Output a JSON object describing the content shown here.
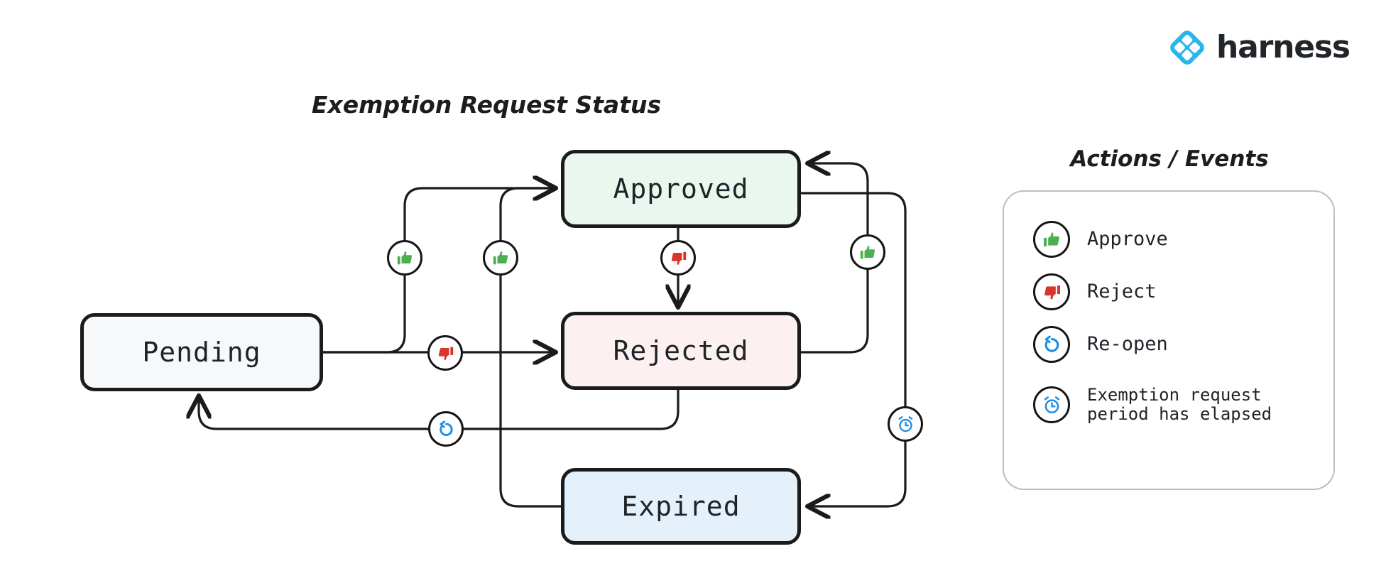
{
  "brand": {
    "name": "harness",
    "logo_icon": "harness-diamond-logo",
    "color": "#29B6E8"
  },
  "diagram": {
    "title": "Exemption Request Status",
    "type": "state-machine",
    "states": [
      {
        "id": "pending",
        "label": "Pending",
        "fill": "#F6F8FA",
        "border": "#1b1b1b"
      },
      {
        "id": "approved",
        "label": "Approved",
        "fill": "#E9F7EE",
        "border": "#1b1b1b"
      },
      {
        "id": "rejected",
        "label": "Rejected",
        "fill": "#FDF0F0",
        "border": "#1b1b1b"
      },
      {
        "id": "expired",
        "label": "Expired",
        "fill": "#E4F1FB",
        "border": "#1b1b1b"
      }
    ],
    "transitions": [
      {
        "from": "pending",
        "to": "approved",
        "action": "approve",
        "icon": "thumbs-up-icon"
      },
      {
        "from": "pending",
        "to": "rejected",
        "action": "reject",
        "icon": "thumbs-down-icon"
      },
      {
        "from": "approved",
        "to": "rejected",
        "action": "reject",
        "icon": "thumbs-down-icon"
      },
      {
        "from": "rejected",
        "to": "approved",
        "action": "approve",
        "icon": "thumbs-up-icon"
      },
      {
        "from": "rejected",
        "to": "pending",
        "action": "re-open",
        "icon": "reopen-icon"
      },
      {
        "from": "expired",
        "to": "approved",
        "action": "approve",
        "icon": "thumbs-up-icon"
      },
      {
        "from": "approved",
        "to": "expired",
        "action": "elapsed",
        "icon": "alarm-clock-icon"
      }
    ]
  },
  "legend": {
    "title": "Actions / Events",
    "items": [
      {
        "icon": "thumbs-up-icon",
        "label": "Approve",
        "color": "#4CAF50"
      },
      {
        "icon": "thumbs-down-icon",
        "label": "Reject",
        "color": "#D9352A"
      },
      {
        "icon": "reopen-icon",
        "label": "Re-open",
        "color": "#1C8FE8"
      },
      {
        "icon": "alarm-clock-icon",
        "label": "Exemption request\nperiod has elapsed",
        "color": "#1C8FE8"
      }
    ]
  }
}
